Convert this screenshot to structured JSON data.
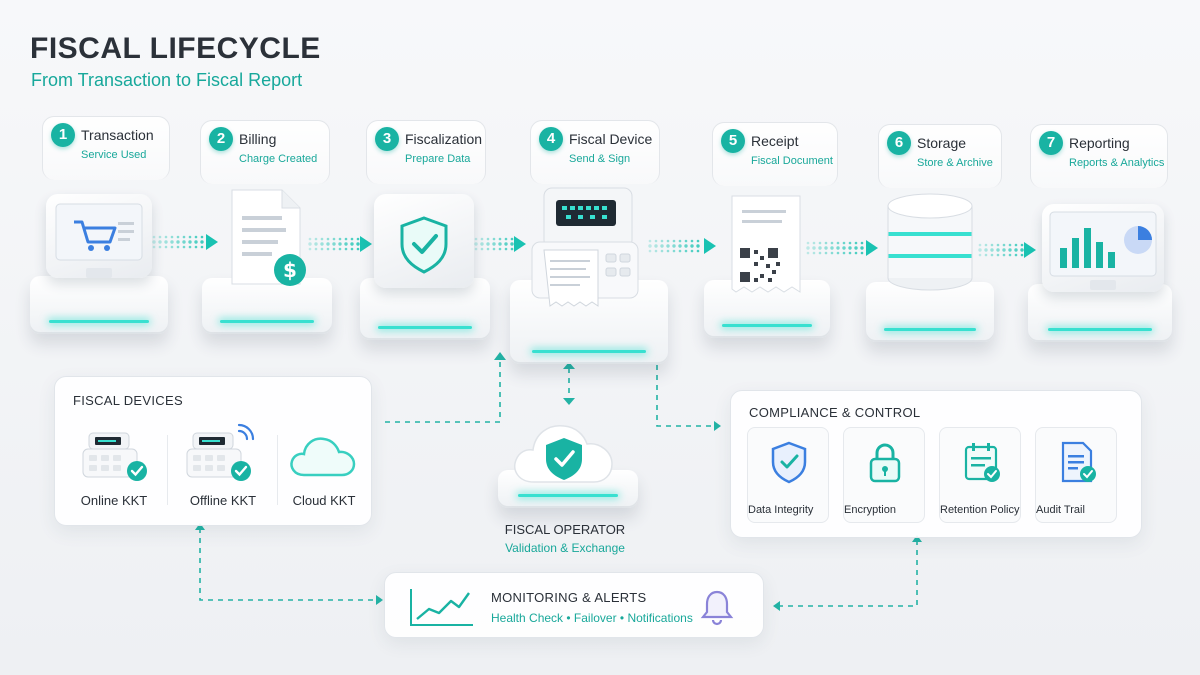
{
  "header": {
    "title": "FISCAL LIFECYCLE",
    "subtitle": "From Transaction to Fiscal Report"
  },
  "steps": [
    {
      "num": "1",
      "title": "Transaction",
      "sub": "Service Used",
      "icon": "cart-monitor-icon"
    },
    {
      "num": "2",
      "title": "Billing",
      "sub": "Charge Created",
      "icon": "invoice-dollar-icon"
    },
    {
      "num": "3",
      "title": "Fiscalization",
      "sub": "Prepare Data",
      "icon": "shield-check-icon"
    },
    {
      "num": "4",
      "title": "Fiscal Device",
      "sub": "Send & Sign",
      "icon": "fiscal-printer-icon"
    },
    {
      "num": "5",
      "title": "Receipt",
      "sub": "Fiscal Document",
      "icon": "qr-receipt-icon"
    },
    {
      "num": "6",
      "title": "Storage",
      "sub": "Store & Archive",
      "icon": "database-icon"
    },
    {
      "num": "7",
      "title": "Reporting",
      "sub": "Reports & Analytics",
      "icon": "dashboard-chart-icon"
    }
  ],
  "fiscal_devices": {
    "title": "FISCAL DEVICES",
    "items": [
      {
        "label": "Online KKT",
        "icon": "online-kkt-icon"
      },
      {
        "label": "Offline KKT",
        "icon": "offline-kkt-icon"
      },
      {
        "label": "Cloud KKT",
        "icon": "cloud-icon"
      }
    ]
  },
  "fiscal_operator": {
    "title": "FISCAL OPERATOR",
    "sub": "Validation & Exchange",
    "icon": "cloud-shield-icon"
  },
  "compliance": {
    "title": "COMPLIANCE & CONTROL",
    "items": [
      {
        "label": "Data Integrity",
        "icon": "shield-check-icon"
      },
      {
        "label": "Encryption",
        "icon": "padlock-icon"
      },
      {
        "label": "Retention Policy",
        "icon": "calendar-check-icon"
      },
      {
        "label": "Audit Trail",
        "icon": "document-check-icon"
      }
    ]
  },
  "monitoring": {
    "title": "MONITORING & ALERTS",
    "sub": "Health Check • Failover • Notifications",
    "icons": [
      "line-chart-icon",
      "bell-icon"
    ]
  },
  "colors": {
    "accent": "#19b3a3",
    "glow": "#38e0d0",
    "blue": "#3b7fe0",
    "bell": "#8a83d8"
  }
}
